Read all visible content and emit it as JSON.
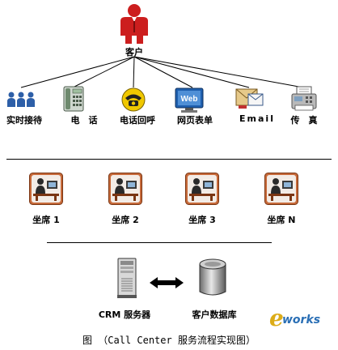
{
  "customer": {
    "label": "客户",
    "icon": "customer-person-icon"
  },
  "channels": [
    {
      "label": "实时接待",
      "icon": "people-group-icon"
    },
    {
      "label": "电　话",
      "icon": "desk-phone-icon"
    },
    {
      "label": "电话回呼",
      "icon": "callback-phone-icon"
    },
    {
      "label": "网页表单",
      "icon": "web-monitor-icon",
      "badge": "Web"
    },
    {
      "label": "Email",
      "icon": "email-icon"
    },
    {
      "label": "传　真",
      "icon": "fax-machine-icon"
    }
  ],
  "agents": [
    {
      "label": "坐席 1",
      "icon": "agent-desk-icon"
    },
    {
      "label": "坐席 2",
      "icon": "agent-desk-icon"
    },
    {
      "label": "坐席 3",
      "icon": "agent-desk-icon"
    },
    {
      "label": "坐席 N",
      "icon": "agent-desk-icon"
    }
  ],
  "server": {
    "label": "CRM 服务器",
    "icon": "server-tower-icon"
  },
  "database": {
    "label": "客户数据库",
    "icon": "database-cylinder-icon"
  },
  "connector": {
    "icon": "double-arrow-icon"
  },
  "watermark": {
    "e": "e",
    "works": "works"
  },
  "caption": "图 （Call Center 服务流程实现图）",
  "colors": {
    "customer_red": "#cc1e1e",
    "agent_frame": "#b5542a",
    "web_blue": "#1f5fae",
    "phone_yellow": "#f0c800"
  }
}
